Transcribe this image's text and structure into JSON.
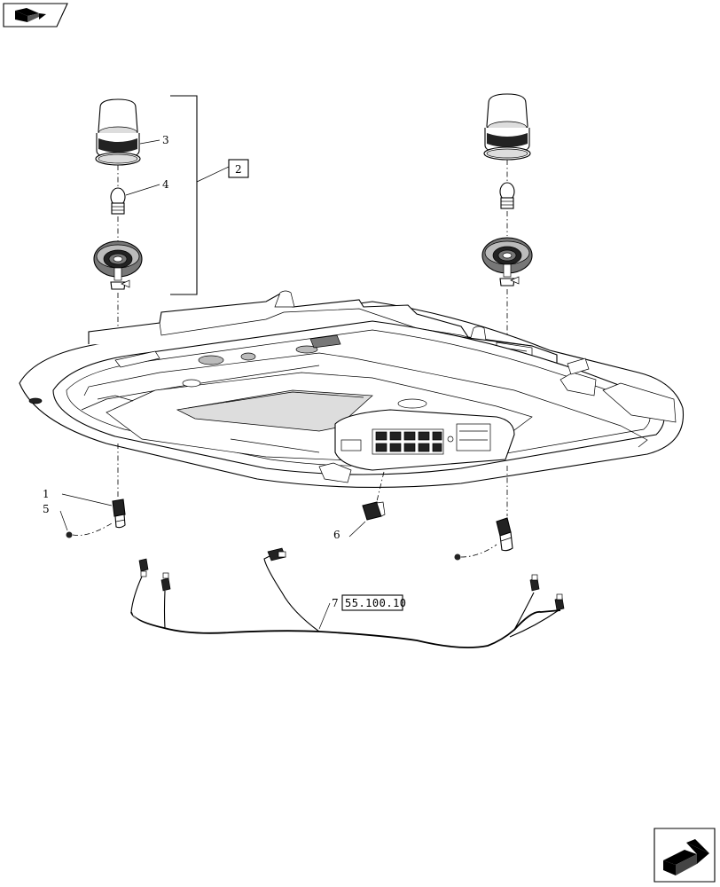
{
  "callouts": {
    "c1": "1",
    "c2": "2",
    "c3": "3",
    "c4": "4",
    "c5": "5",
    "c6": "6",
    "c7": "7"
  },
  "reference": {
    "harness_ref": "55.100.10"
  },
  "icons": {
    "top_left": "book-icon",
    "bottom_right": "next-page-arrow-icon"
  }
}
